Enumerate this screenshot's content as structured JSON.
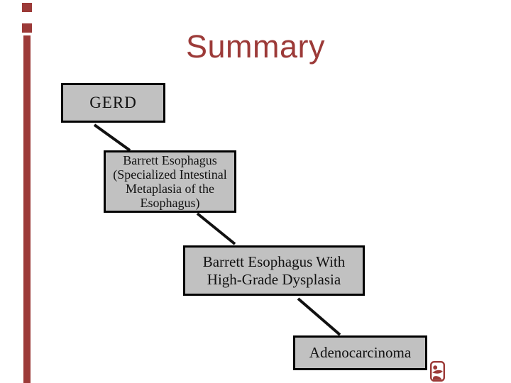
{
  "slide": {
    "title": "Summary"
  },
  "colors": {
    "accent": "#9c3a38",
    "box-fill": "#c1c1c1",
    "box-border": "#000000",
    "box-text": "#121212",
    "connector": "#111111",
    "bg": "#ffffff"
  },
  "flowchart": {
    "nodes": [
      {
        "name": "gerd",
        "lines": [
          "GERD"
        ]
      },
      {
        "name": "barrett-esophagus",
        "lines": [
          "Barrett Esophagus",
          "(Specialized Intestinal",
          "Metaplasia of the",
          "Esophagus)"
        ]
      },
      {
        "name": "barrett-high-grade-dysplasia",
        "lines": [
          "Barrett Esophagus With",
          "High-Grade Dysplasia"
        ]
      },
      {
        "name": "adenocarcinoma",
        "lines": [
          "Adenocarcinoma"
        ]
      }
    ]
  },
  "icons": {
    "logo": "emedicine-e-logo"
  }
}
